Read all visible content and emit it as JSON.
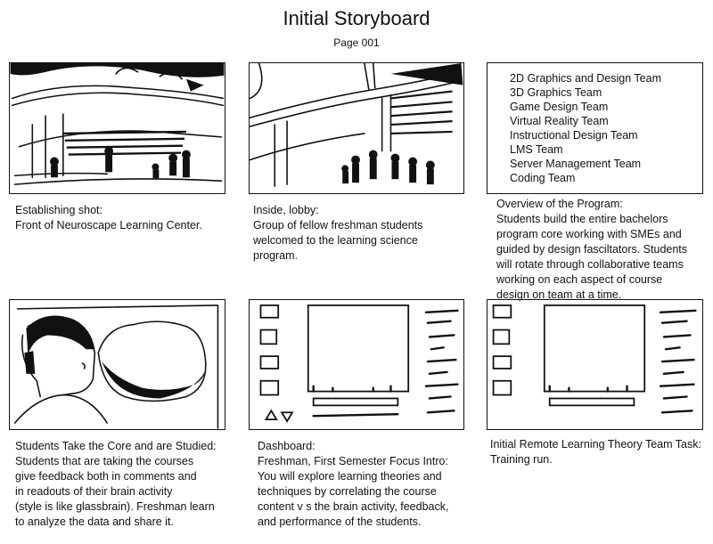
{
  "page": {
    "title": "Initial Storyboard",
    "subtitle": "Page 001"
  },
  "teams": [
    "2D Graphics and Design Team",
    "3D Graphics Team",
    "Game Design Team",
    "Virtual Reality Team",
    "Instructional Design Team",
    "LMS Team",
    "Server Management Team",
    "Coding Team"
  ],
  "panels": [
    {
      "lines": [
        "Establishing shot:",
        "Front of Neuroscape Learning Center."
      ]
    },
    {
      "lines": [
        "Inside, lobby:",
        "Group of fellow freshman students",
        "welcomed to the learning science",
        "program."
      ]
    },
    {
      "lines": [
        "Overview of the Program:",
        "Students build the entire bachelors",
        "program core working with SMEs and",
        "guided by design fasciltators. Students",
        "will rotate through collaborative teams",
        "working on each aspect of course",
        "design on team at a time."
      ]
    },
    {
      "lines": [
        "Students Take the Core and are Studied:",
        "Students that are taking the courses",
        "give feedback both in comments and",
        "in readouts of their brain activity",
        "(style is like glassbrain). Freshman learn",
        "to analyze the data and share it."
      ]
    },
    {
      "lines": [
        "Dashboard:",
        "Freshman, First Semester Focus Intro:",
        "You will explore learning theories and",
        "techniques by correlating the course",
        "content v s the brain activity, feedback,",
        "and performance of the students."
      ]
    },
    {
      "lines": [
        "Initial Remote Learning Theory Team Task:",
        "Training run."
      ]
    }
  ]
}
